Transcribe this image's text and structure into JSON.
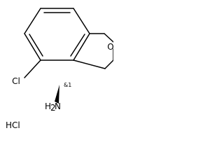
{
  "molecule": {
    "atoms": {
      "oxygen": "O",
      "chlorine": "Cl",
      "amine": "H",
      "amine_n": "N",
      "amine_sub": "2",
      "stereo": "&1"
    },
    "salt": "HCl"
  }
}
